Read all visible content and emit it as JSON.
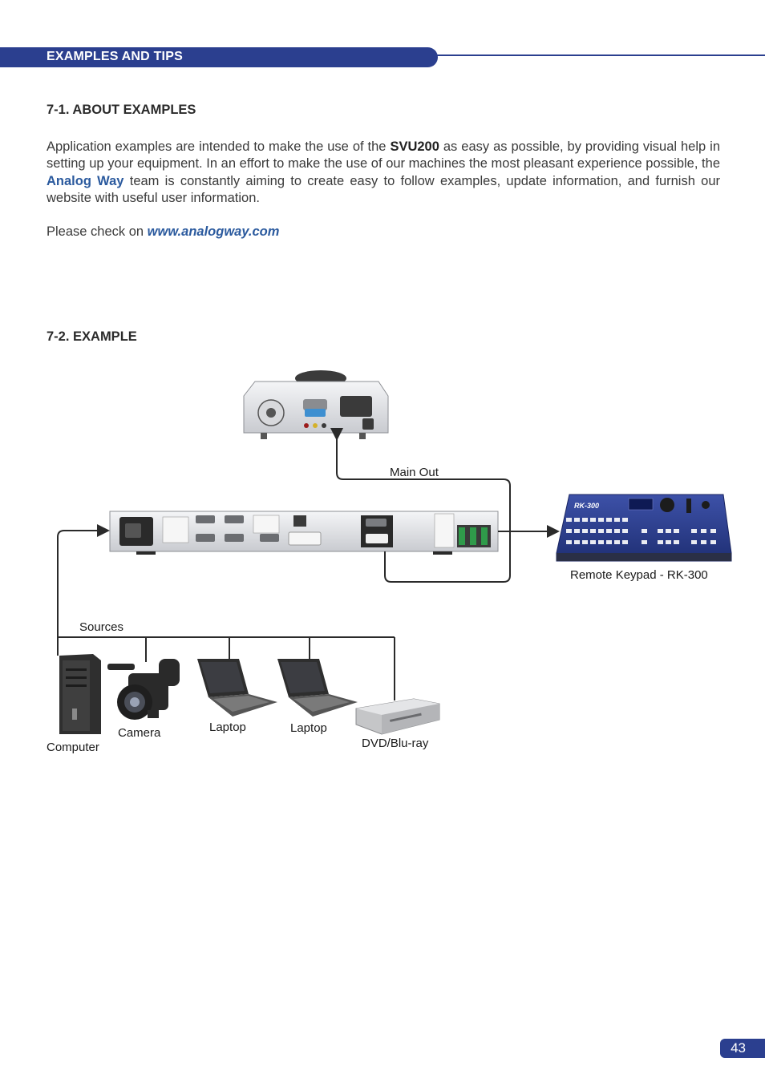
{
  "header": {
    "section_title": "EXAMPLES AND TIPS"
  },
  "section1": {
    "heading": "7-1. ABOUT EXAMPLES",
    "para1_a": "Application examples are intended to make the use of the ",
    "para1_product": "SVU200",
    "para1_b": " as easy as possible, by providing visual help in setting up your equipment. In an effort to make the use of our machines the most pleasant experience possible, the ",
    "para1_brand": "Analog Way",
    "para1_c": " team is constantly aiming to create easy to follow examples, update information, and furnish our website with useful user information.",
    "para2_a": "Please check on ",
    "para2_link": "www.analogway.com"
  },
  "section2": {
    "heading": "7-2. EXAMPLE"
  },
  "diagram": {
    "main_out_label": "Main Out",
    "remote_label": "Remote Keypad - RK-300",
    "remote_brand": "RK-300",
    "sources_label": "Sources",
    "sources": [
      "Computer",
      "Camera",
      "Laptop",
      "Laptop",
      "DVD/Blu-ray"
    ],
    "line_color": "#2a2a2a",
    "device_color": "#e6e7e9",
    "keypad_color": "#2d3f8e"
  },
  "footer": {
    "page_number": "43"
  }
}
